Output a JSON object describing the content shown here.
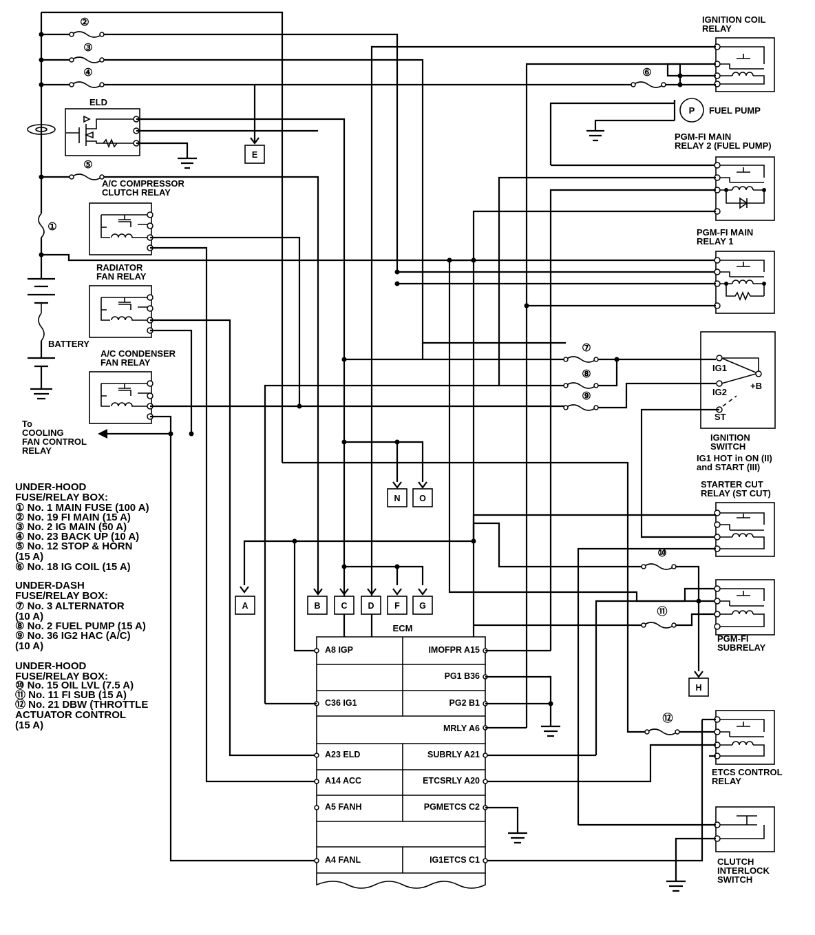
{
  "components": {
    "ignition_coil_relay": "IGNITION COIL\nRELAY",
    "fuel_pump": "FUEL PUMP",
    "fuel_pump_symbol": "P",
    "pgm_fi_main_relay_2": "PGM-FI MAIN\nRELAY 2 (FUEL PUMP)",
    "pgm_fi_main_relay_1": "PGM-FI MAIN\nRELAY 1",
    "ignition_switch": "IGNITION\nSWITCH",
    "ig1_hot_note": "IG1 HOT in ON (II)\nand START (III)",
    "starter_cut_relay": "STARTER CUT\nRELAY (ST CUT)",
    "pgm_fi_subrelay": "PGM-FI\nSUBRELAY",
    "etcs_control_relay": "ETCS CONTROL\nRELAY",
    "clutch_interlock_switch": "CLUTCH\nINTERLOCK\nSWITCH",
    "eld": "ELD",
    "ac_compressor_clutch_relay": "A/C COMPRESSOR\nCLUTCH RELAY",
    "radiator_fan_relay": "RADIATOR\nFAN RELAY",
    "battery": "BATTERY",
    "ac_condenser_fan_relay": "A/C CONDENSER\nFAN RELAY",
    "cooling_fan_control": "To\nCOOLING\nFAN CONTROL\nRELAY",
    "ecm": "ECM"
  },
  "ignition_switch_terminals": {
    "ig1": "IG1",
    "ig2": "IG2",
    "b": "+B",
    "st": "ST"
  },
  "fuse_numbers": [
    "①",
    "②",
    "③",
    "④",
    "⑤",
    "⑥",
    "⑦",
    "⑧",
    "⑨",
    "⑩",
    "⑪",
    "⑫"
  ],
  "connectors": [
    "A",
    "B",
    "C",
    "D",
    "E",
    "F",
    "G",
    "H",
    "N",
    "O"
  ],
  "ecm_pins_left": [
    "A8 IGP",
    "C36 IG1",
    "A23 ELD",
    "A14 ACC",
    "A5 FANH",
    "A4 FANL"
  ],
  "ecm_pins_right": [
    "IMOFPR A15",
    "PG1 B36",
    "PG2 B1",
    "MRLY A6",
    "SUBRLY A21",
    "ETCSRLY A20",
    "PGMETCS C2",
    "IG1ETCS C1"
  ],
  "legend": {
    "under_hood_1": {
      "heading": "UNDER-HOOD\nFUSE/RELAY BOX:",
      "items": [
        "① No. 1 MAIN FUSE (100 A)",
        "② No. 19 FI MAIN (15 A)",
        "③ No. 2 IG MAIN (50 A)",
        "④ No. 23 BACK UP (10 A)",
        "⑤ No. 12 STOP & HORN\n(15 A)",
        "⑥ No. 18 IG COIL (15 A)"
      ]
    },
    "under_dash": {
      "heading": "UNDER-DASH\nFUSE/RELAY BOX:",
      "items": [
        "⑦ No. 3 ALTERNATOR\n(10 A)",
        "⑧ No. 2 FUEL PUMP (15 A)",
        "⑨ No. 36 IG2 HAC (A/C)\n(10 A)"
      ]
    },
    "under_hood_2": {
      "heading": "UNDER-HOOD\nFUSE/RELAY BOX:",
      "items": [
        "⑩ No. 15 OIL LVL (7.5 A)",
        "⑪ No. 11 FI SUB (15 A)",
        "⑫ No. 21 DBW (THROTTLE\nACTUATOR CONTROL\n(15 A)"
      ]
    }
  }
}
